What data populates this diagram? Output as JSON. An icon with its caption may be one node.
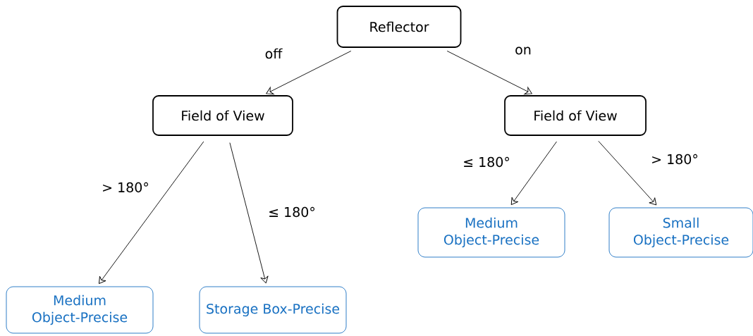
{
  "diagram": {
    "nodes": [
      {
        "text": [
          "Reflector"
        ]
      },
      {
        "text": [
          "Field of View"
        ]
      },
      {
        "text": [
          "Field of View"
        ]
      },
      {
        "text": [
          "Medium Object-Precise"
        ]
      },
      {
        "text": [
          "Storage Box-Precise"
        ]
      },
      {
        "text": [
          "Medium Object-Precise"
        ]
      },
      {
        "text": [
          "Small Object-Precise"
        ]
      }
    ],
    "edges": [
      {
        "from": 0,
        "to": 1,
        "arrow": "to",
        "label": "off"
      },
      {
        "from": 0,
        "to": 2,
        "arrow": "to",
        "label": "on"
      },
      {
        "from": 1,
        "to": 3,
        "arrow": "to",
        "label": "> 180°"
      },
      {
        "from": 1,
        "to": 4,
        "arrow": "to",
        "label": "≤ 180°"
      },
      {
        "from": 2,
        "to": 5,
        "arrow": "to",
        "label": "≤ 180°"
      },
      {
        "from": 2,
        "to": 6,
        "arrow": "to",
        "label": "> 180°"
      }
    ]
  }
}
